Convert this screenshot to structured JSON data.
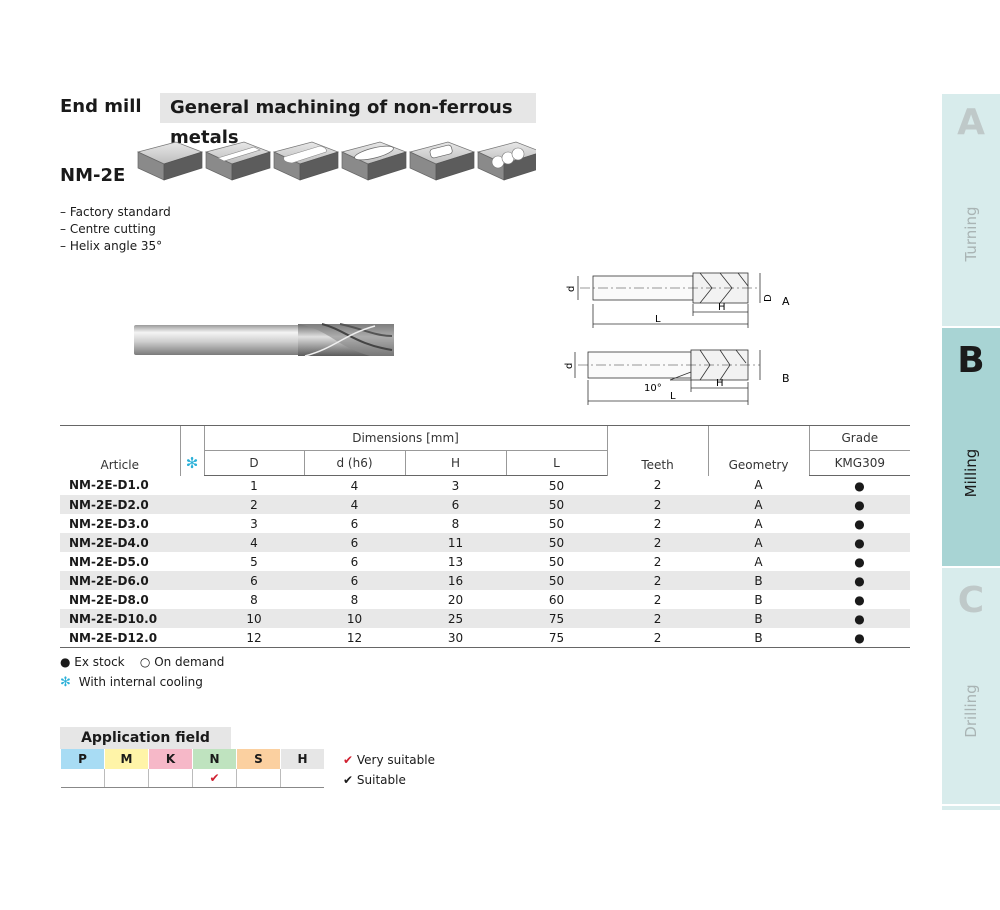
{
  "header": {
    "product_type": "End mill",
    "application": "General machining of non-ferrous metals",
    "model": "NM-2E"
  },
  "features": [
    "– Factory standard",
    "– Centre cutting",
    "– Helix angle 35°"
  ],
  "drawing": {
    "label_a": "A",
    "label_b": "B",
    "dim_d_small": "d",
    "dim_d_large": "D",
    "dim_h": "H",
    "dim_l": "L",
    "angle": "10°"
  },
  "table": {
    "col_article": "Article",
    "group_dimensions": "Dimensions [mm]",
    "col_D": "D",
    "col_dh6": "d (h6)",
    "col_H": "H",
    "col_L": "L",
    "col_teeth": "Teeth",
    "col_geometry": "Geometry",
    "group_grade": "Grade",
    "col_grade": "KMG309",
    "cooling_icon": "✻",
    "rows": [
      {
        "article": "NM-2E-D1.0",
        "D": "1",
        "d": "4",
        "H": "3",
        "L": "50",
        "teeth": "2",
        "geometry": "A",
        "stock": "●"
      },
      {
        "article": "NM-2E-D2.0",
        "D": "2",
        "d": "4",
        "H": "6",
        "L": "50",
        "teeth": "2",
        "geometry": "A",
        "stock": "●"
      },
      {
        "article": "NM-2E-D3.0",
        "D": "3",
        "d": "6",
        "H": "8",
        "L": "50",
        "teeth": "2",
        "geometry": "A",
        "stock": "●"
      },
      {
        "article": "NM-2E-D4.0",
        "D": "4",
        "d": "6",
        "H": "11",
        "L": "50",
        "teeth": "2",
        "geometry": "A",
        "stock": "●"
      },
      {
        "article": "NM-2E-D5.0",
        "D": "5",
        "d": "6",
        "H": "13",
        "L": "50",
        "teeth": "2",
        "geometry": "A",
        "stock": "●"
      },
      {
        "article": "NM-2E-D6.0",
        "D": "6",
        "d": "6",
        "H": "16",
        "L": "50",
        "teeth": "2",
        "geometry": "B",
        "stock": "●"
      },
      {
        "article": "NM-2E-D8.0",
        "D": "8",
        "d": "8",
        "H": "20",
        "L": "60",
        "teeth": "2",
        "geometry": "B",
        "stock": "●"
      },
      {
        "article": "NM-2E-D10.0",
        "D": "10",
        "d": "10",
        "H": "25",
        "L": "75",
        "teeth": "2",
        "geometry": "B",
        "stock": "●"
      },
      {
        "article": "NM-2E-D12.0",
        "D": "12",
        "d": "12",
        "H": "30",
        "L": "75",
        "teeth": "2",
        "geometry": "B",
        "stock": "●"
      }
    ]
  },
  "legend": {
    "ex_stock": "● Ex stock",
    "on_demand": "○ On demand",
    "cooling_icon": "✻",
    "cooling": "With internal cooling"
  },
  "application": {
    "title": "Application field",
    "materials": [
      {
        "code": "P",
        "color": "#a8dcf4",
        "mark": ""
      },
      {
        "code": "M",
        "color": "#fff4a8",
        "mark": ""
      },
      {
        "code": "K",
        "color": "#f6b8c8",
        "mark": ""
      },
      {
        "code": "N",
        "color": "#bfe3bf",
        "mark": "✔"
      },
      {
        "code": "S",
        "color": "#fbd0a0",
        "mark": ""
      },
      {
        "code": "H",
        "color": "#e6e6e6",
        "mark": ""
      }
    ],
    "very_suitable_mark": "✔",
    "very_suitable": "Very suitable",
    "suitable_mark": "✔",
    "suitable": "Suitable"
  },
  "side_tabs": [
    {
      "letter": "A",
      "label": "Turning",
      "color": "#d8ecec",
      "active": false
    },
    {
      "letter": "B",
      "label": "Milling",
      "color": "#a8d4d4",
      "active": true
    },
    {
      "letter": "C",
      "label": "Drilling",
      "color": "#d8ecec",
      "active": false
    }
  ]
}
